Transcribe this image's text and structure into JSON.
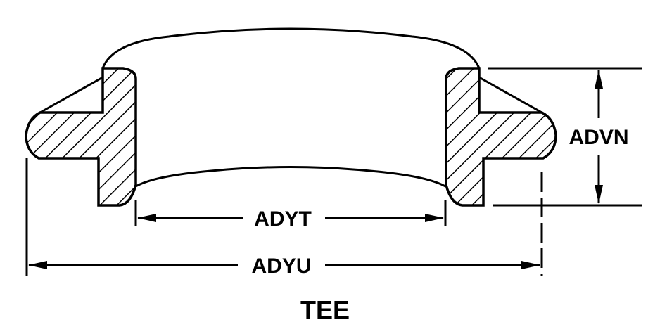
{
  "diagram": {
    "title": "TEE",
    "dimensions": {
      "height": "ADVN",
      "inner_diameter": "ADYT",
      "outer_diameter": "ADYU"
    },
    "colors": {
      "line": "#000000",
      "background": "#ffffff"
    }
  }
}
